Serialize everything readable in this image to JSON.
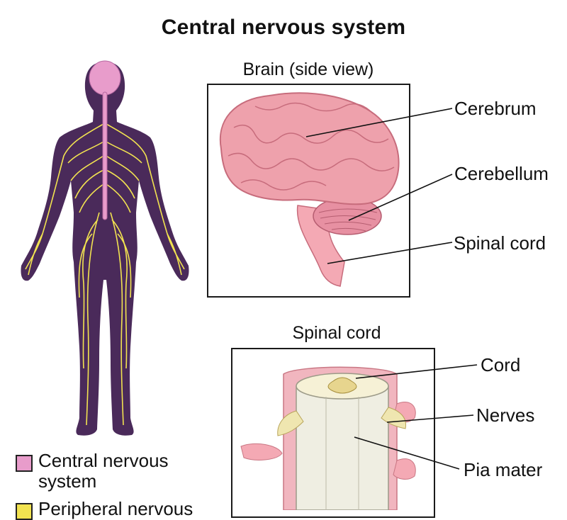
{
  "title": "Central nervous system",
  "brain_panel": {
    "heading": "Brain (side view)",
    "labels": {
      "cerebrum": "Cerebrum",
      "cerebellum": "Cerebellum",
      "spinal_cord": "Spinal cord"
    }
  },
  "spinal_panel": {
    "heading": "Spinal cord",
    "labels": {
      "cord": "Cord",
      "nerves": "Nerves",
      "pia_mater": "Pia mater"
    }
  },
  "legend": {
    "central": {
      "line1": "Central nervous",
      "line2": "system",
      "color": "#e89ccb"
    },
    "peripheral": {
      "line1": "Peripheral nervous",
      "color": "#f2e350"
    }
  },
  "colors": {
    "body": "#4a2a5a",
    "brain": "#eea1ac",
    "brain_dark": "#c76c7c",
    "nerve": "#f2e350",
    "cns": "#e89ccb",
    "cord_white": "#efeee2",
    "meninges": "#f1b6bf"
  }
}
